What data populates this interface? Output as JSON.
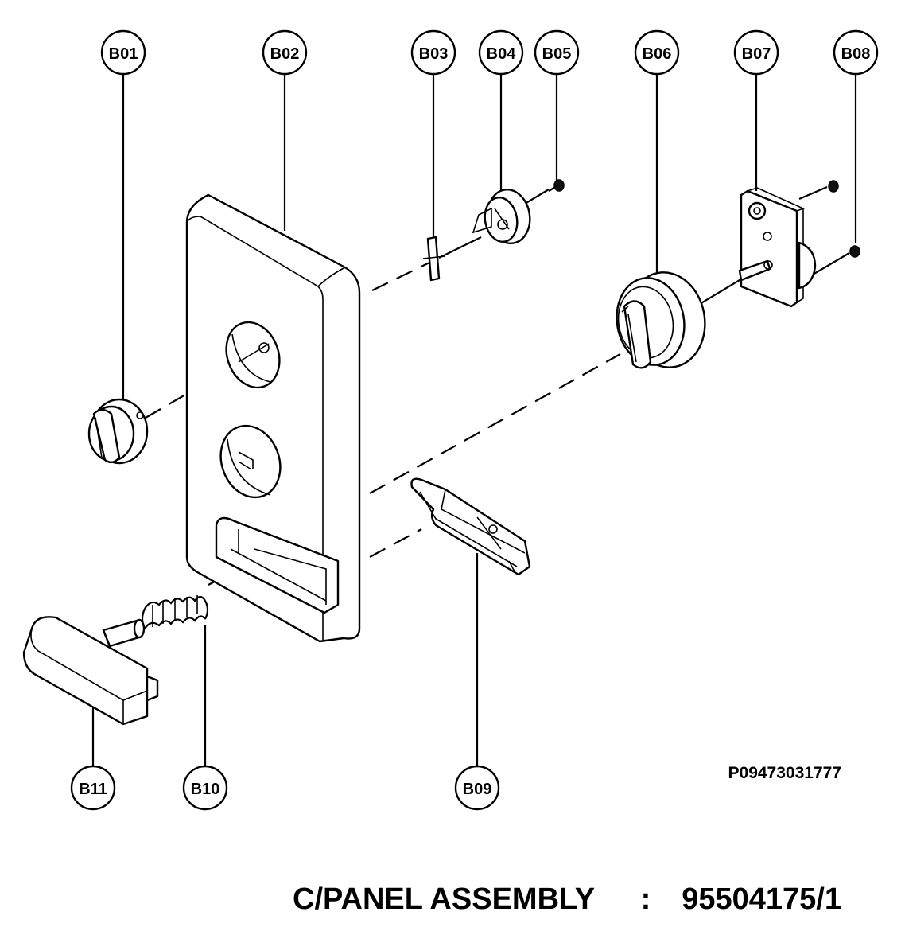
{
  "callouts": [
    {
      "id": "b01",
      "label": "B01"
    },
    {
      "id": "b02",
      "label": "B02"
    },
    {
      "id": "b03",
      "label": "B03"
    },
    {
      "id": "b04",
      "label": "B04"
    },
    {
      "id": "b05",
      "label": "B05"
    },
    {
      "id": "b06",
      "label": "B06"
    },
    {
      "id": "b07",
      "label": "B07"
    },
    {
      "id": "b08",
      "label": "B08"
    },
    {
      "id": "b09",
      "label": "B09"
    },
    {
      "id": "b10",
      "label": "B10"
    },
    {
      "id": "b11",
      "label": "B11"
    }
  ],
  "drawing_number": "P09473031777",
  "footer": {
    "assembly_name": "C/PANEL ASSEMBLY",
    "separator": ":",
    "part_number": "95504175/1"
  }
}
